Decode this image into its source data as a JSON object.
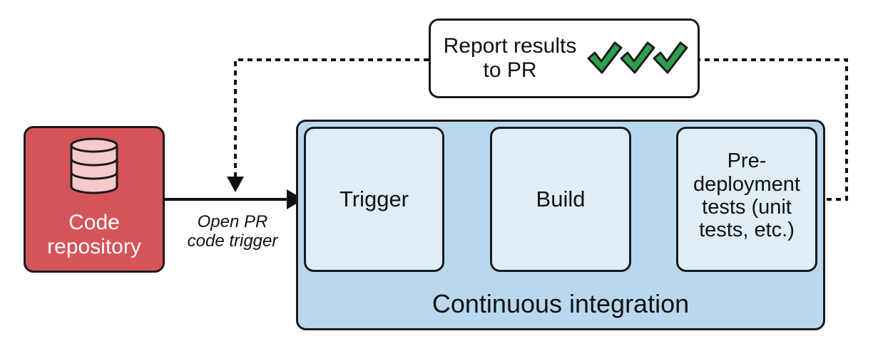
{
  "nodes": {
    "code_repository": {
      "label": "Code\nrepository",
      "icon": "database-icon"
    },
    "trigger": {
      "label": "Trigger"
    },
    "build": {
      "label": "Build"
    },
    "pre_deployment_tests": {
      "label": "Pre-\ndeployment\ntests (unit\ntests, etc.)"
    },
    "report": {
      "label": "Report results\nto PR",
      "icon": "checkmarks-icon",
      "checkmark_count": 3
    }
  },
  "group": {
    "label": "Continuous integration"
  },
  "edges": {
    "repo_to_trigger": {
      "label": "Open PR\ncode trigger"
    }
  },
  "colors": {
    "repository_fill": "#d5545a",
    "ci_panel_fill": "#b9d8ee",
    "stage_fill": "#deedf8",
    "check_fill": "#2e9e4f",
    "outline": "#1a1a1a"
  }
}
